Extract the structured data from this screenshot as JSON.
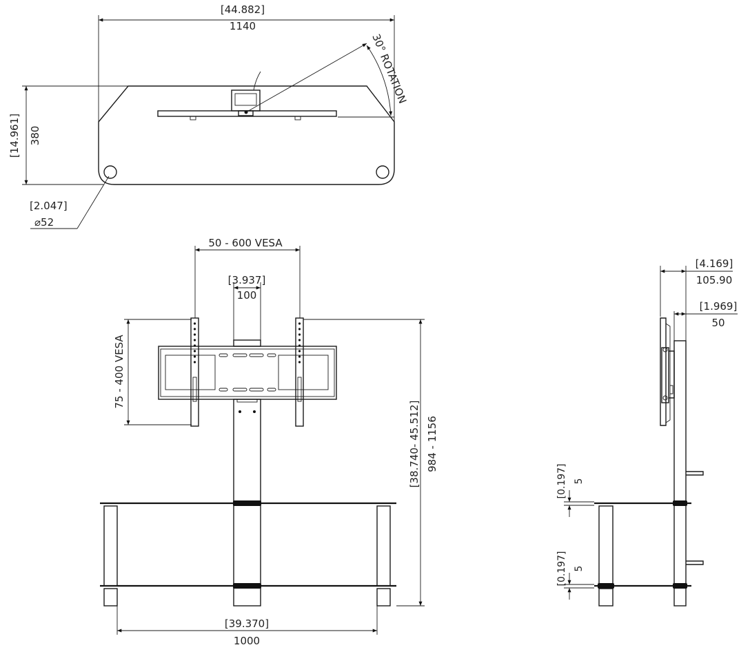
{
  "top_view": {
    "width_in": "[44.882]",
    "width_mm": "1140",
    "height_in": "[14.961]",
    "height_mm": "380",
    "rotation_label": "30° ROTATION",
    "hole_in": "[2.047]",
    "hole_mm": "⌀52"
  },
  "front_view": {
    "vesa_h_label": "50 - 600 VESA",
    "column_in": "[3.937]",
    "column_mm": "100",
    "vesa_v_label": "75 - 400 VESA",
    "height_in": "[38.740- 45.512]",
    "height_mm": "984 - 1156",
    "base_in": "[39.370]",
    "base_mm": "1000"
  },
  "side_view": {
    "depth_in": "[4.169]",
    "depth_mm": "105.90",
    "offset_in": "[1.969]",
    "offset_mm": "50",
    "glass1_in": "[0.197]",
    "glass1_mm": "5",
    "glass2_in": "[0.197]",
    "glass2_mm": "5"
  }
}
